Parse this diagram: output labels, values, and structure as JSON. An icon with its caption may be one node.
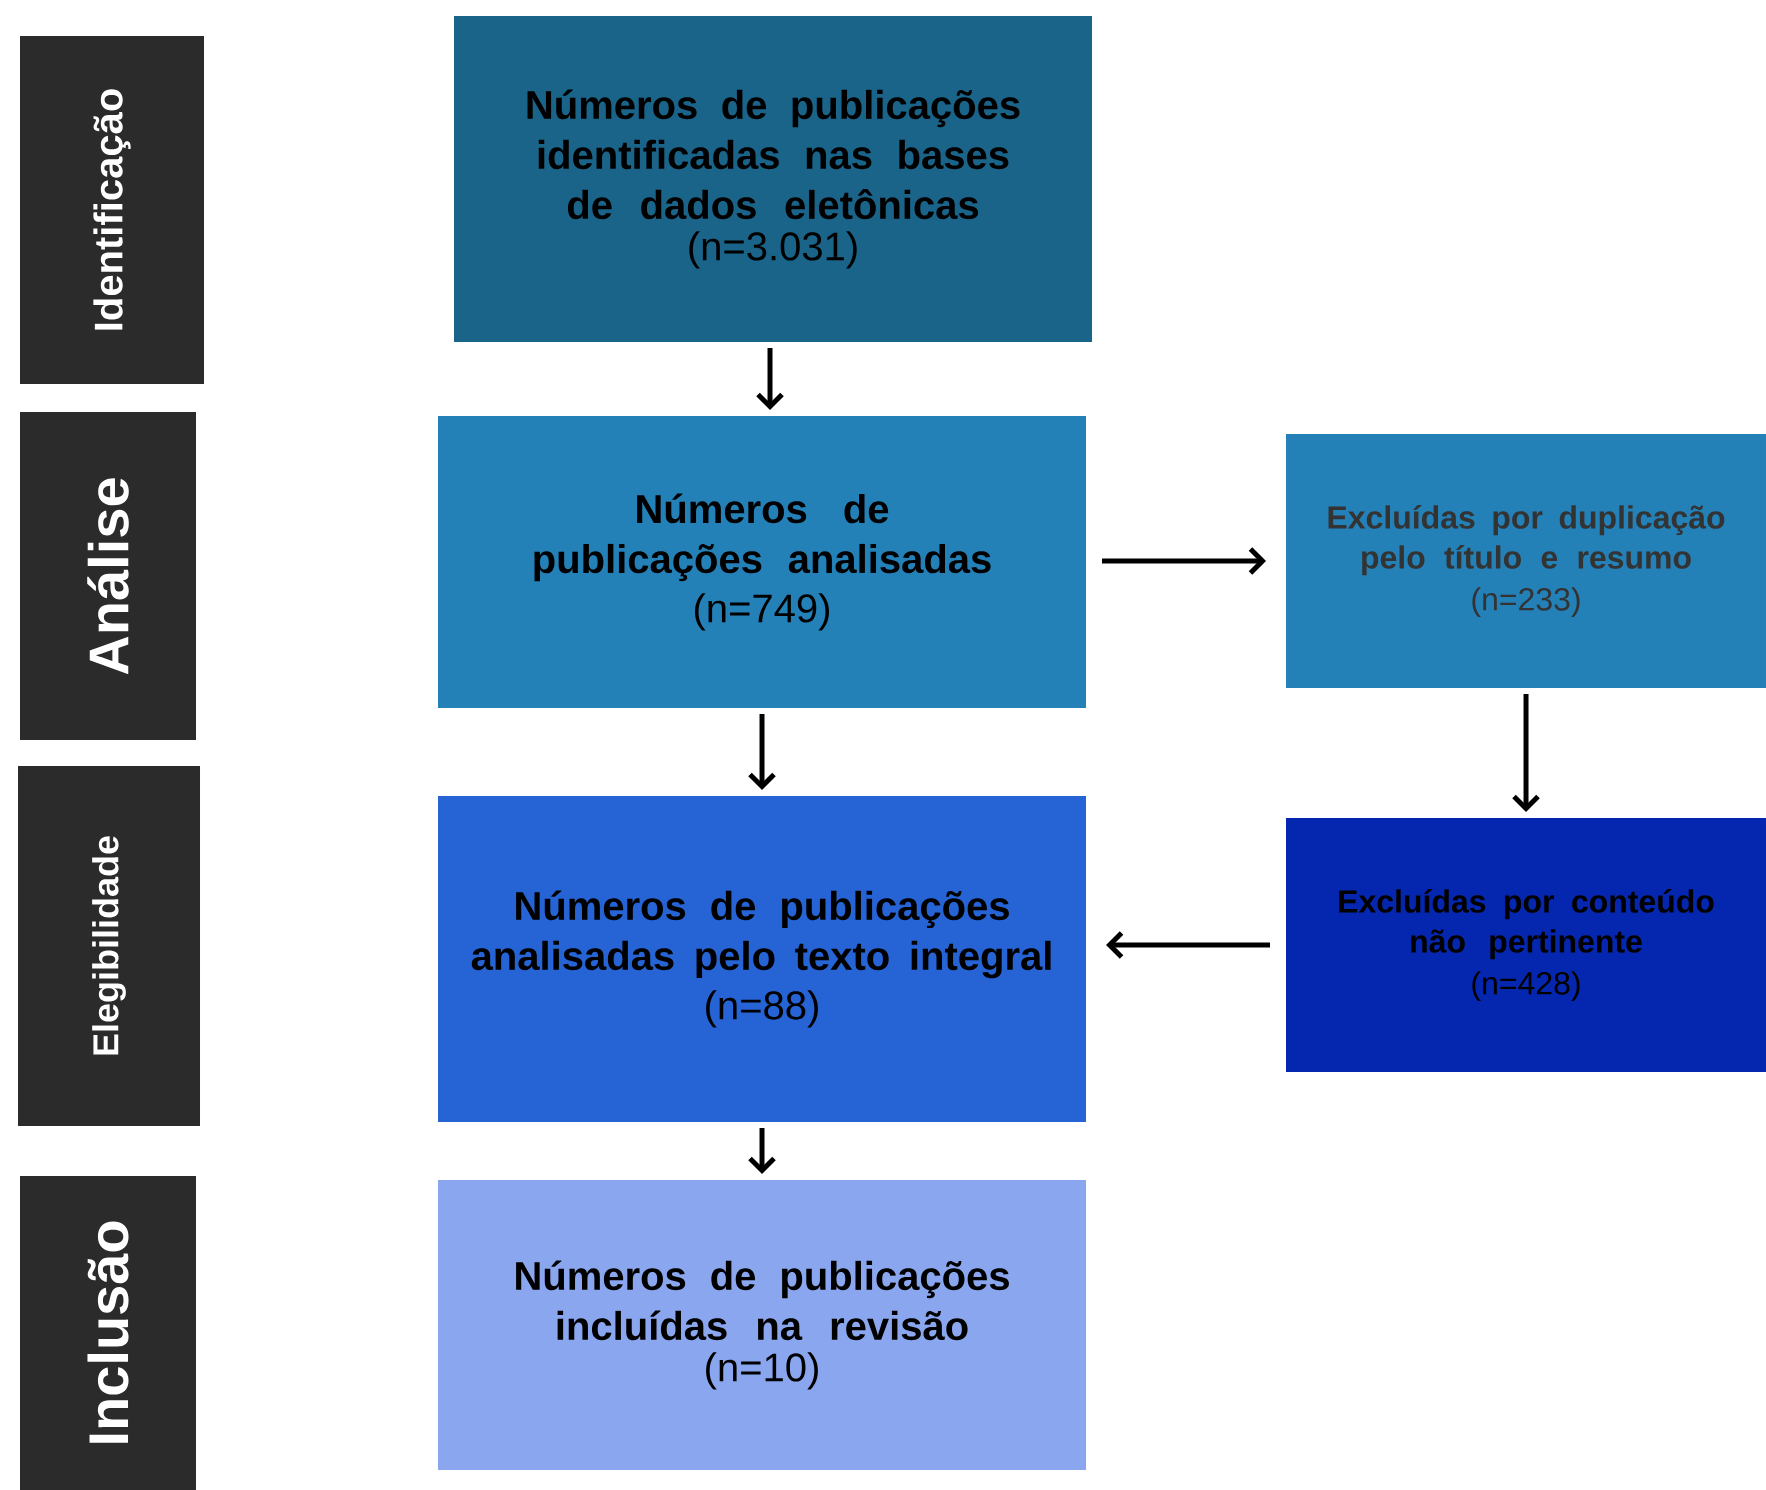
{
  "diagram": {
    "nodes": [
      {
        "text": [
          "Identificação"
        ]
      },
      {
        "text": [
          "Análise"
        ]
      },
      {
        "text": [
          "Elegibilidade"
        ]
      },
      {
        "text": [
          "Inclusão"
        ]
      },
      {
        "text": [
          "Números de publicações identificadas nas bases de dados eletônicas",
          "(n=3.031)"
        ]
      },
      {
        "text": [
          "Números de publicações analisadas",
          "(n=749)"
        ]
      },
      {
        "text": [
          "Excluídas por duplicação pelo título e resumo",
          "(n=233)"
        ]
      },
      {
        "text": [
          "Números de publicações analisadas pelo texto integral",
          "(n=88)"
        ]
      },
      {
        "text": [
          "Excluídas por conteúdo não pertinente",
          "(n=428)"
        ]
      },
      {
        "text": [
          "Números de publicações incluídas na revisão",
          "(n=10)"
        ]
      }
    ],
    "edges": [
      {
        "from": 4,
        "to": 5,
        "arrow": "to"
      },
      {
        "from": 5,
        "to": 6,
        "arrow": "to"
      },
      {
        "from": 6,
        "to": 8,
        "arrow": "to"
      },
      {
        "from": 8,
        "to": 7,
        "arrow": "to"
      },
      {
        "from": 5,
        "to": 7,
        "arrow": "to"
      },
      {
        "from": 7,
        "to": 9,
        "arrow": "to"
      }
    ]
  }
}
